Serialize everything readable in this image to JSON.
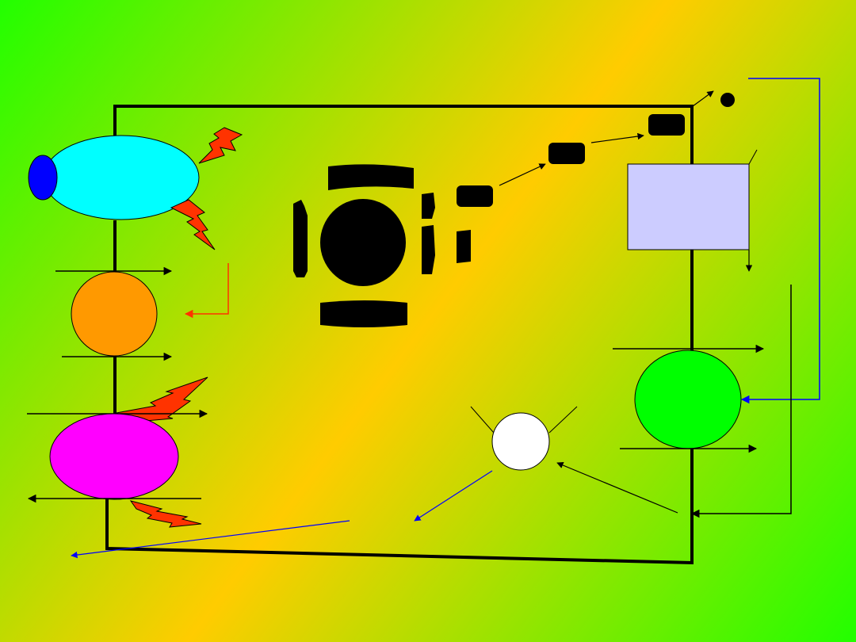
{
  "slide": {
    "background": {
      "type": "diagonal-gradient",
      "colors": [
        "#22ff00",
        "#ffcc00",
        "#22ff00"
      ]
    }
  },
  "colors": {
    "outline": "#000000",
    "cyan_ellipse": "#00ffff",
    "blue_cap": "#0000ff",
    "orange_circle": "#ff9900",
    "magenta_ellipse": "#ff00ff",
    "lavender_box": "#ccccff",
    "green_circle": "#00ff00",
    "white_circle": "#ffffff",
    "lightning": "#ff3300",
    "red_arrow": "#ff3300",
    "blue_arrow": "#0000ff",
    "black_shapes": "#000000"
  },
  "diagram": {
    "nodes": [
      {
        "name": "cyan-ellipse",
        "shape": "ellipse",
        "text": ""
      },
      {
        "name": "blue-cap",
        "shape": "ellipse",
        "text": ""
      },
      {
        "name": "orange-circle",
        "shape": "circle",
        "text": ""
      },
      {
        "name": "magenta-ellipse",
        "shape": "ellipse",
        "text": ""
      },
      {
        "name": "lavender-box",
        "shape": "rectangle",
        "text": ""
      },
      {
        "name": "green-circle",
        "shape": "circle",
        "text": ""
      },
      {
        "name": "white-circle",
        "shape": "circle",
        "text": ""
      },
      {
        "name": "black-dot",
        "shape": "circle",
        "text": ""
      },
      {
        "name": "black-pill-1",
        "shape": "rounded-rectangle",
        "text": ""
      },
      {
        "name": "black-pill-2",
        "shape": "rounded-rectangle",
        "text": ""
      },
      {
        "name": "black-pill-3",
        "shape": "rounded-rectangle",
        "text": ""
      },
      {
        "name": "center-black-circle",
        "shape": "circle",
        "text": ""
      }
    ],
    "lightning_bolts": 5,
    "labels": []
  }
}
